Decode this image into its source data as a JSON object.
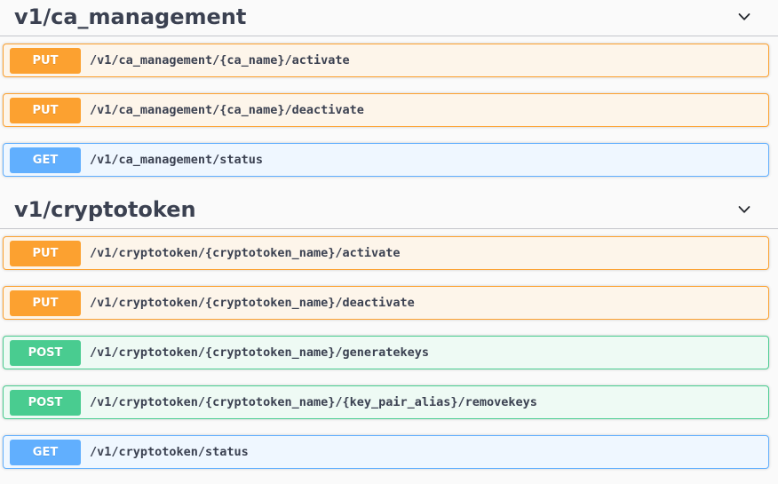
{
  "page": {
    "background": "#fafafa"
  },
  "colors": {
    "page-bg": "#fafafa",
    "text": "#3b4151",
    "put": "#fca130",
    "put_bg": "#fdf5ea",
    "get": "#61affe",
    "get_bg": "#eff7ff",
    "post": "#49cc90",
    "post_bg": "#eefaf4"
  },
  "icons": {
    "section_toggle": "chevron-down"
  },
  "sections": [
    {
      "title": "v1/ca_management",
      "operations": [
        {
          "method": "PUT",
          "path": "/v1/ca_management/{ca_name}/activate"
        },
        {
          "method": "PUT",
          "path": "/v1/ca_management/{ca_name}/deactivate"
        },
        {
          "method": "GET",
          "path": "/v1/ca_management/status"
        }
      ]
    },
    {
      "title": "v1/cryptotoken",
      "operations": [
        {
          "method": "PUT",
          "path": "/v1/cryptotoken/{cryptotoken_name}/activate"
        },
        {
          "method": "PUT",
          "path": "/v1/cryptotoken/{cryptotoken_name}/deactivate"
        },
        {
          "method": "POST",
          "path": "/v1/cryptotoken/{cryptotoken_name}/generatekeys"
        },
        {
          "method": "POST",
          "path": "/v1/cryptotoken/{cryptotoken_name}/{key_pair_alias}/removekeys"
        },
        {
          "method": "GET",
          "path": "/v1/cryptotoken/status"
        }
      ]
    }
  ]
}
